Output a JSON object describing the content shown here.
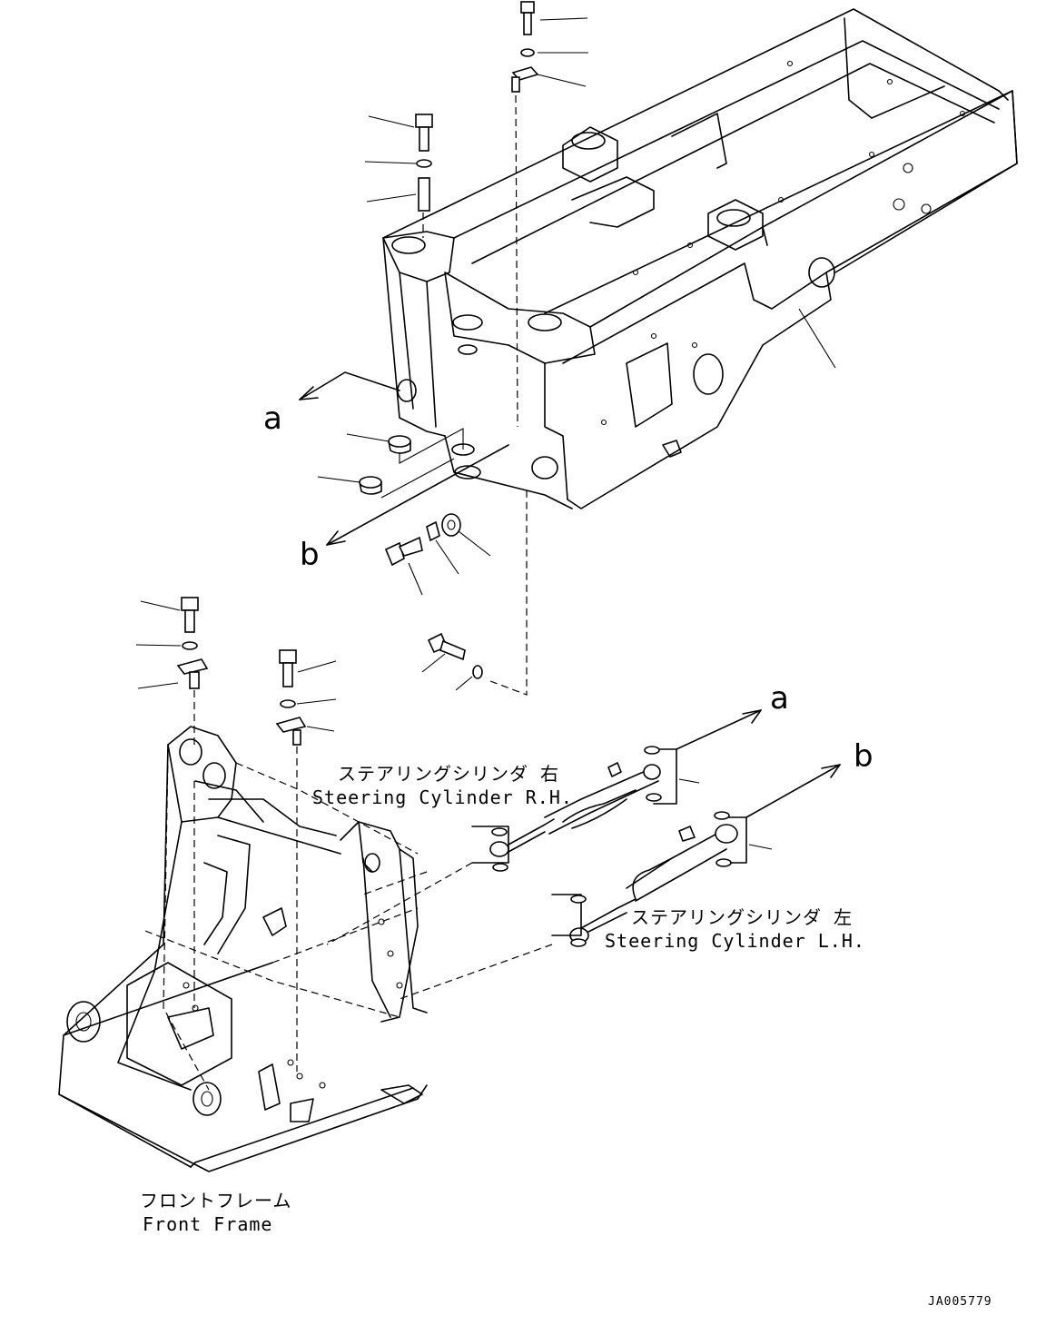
{
  "labels": {
    "ref_a_upper": "a",
    "ref_b_upper": "b",
    "ref_a_lower": "a",
    "ref_b_lower": "b",
    "steering_rh_jp": "ステアリングシリンダ 右",
    "steering_rh_en": "Steering Cylinder R.H.",
    "steering_lh_jp": "ステアリングシリンダ 左",
    "steering_lh_en": "Steering Cylinder L.H.",
    "front_frame_jp": "フロントフレーム",
    "front_frame_en": "Front Frame",
    "drawing_code": "JA005779"
  }
}
